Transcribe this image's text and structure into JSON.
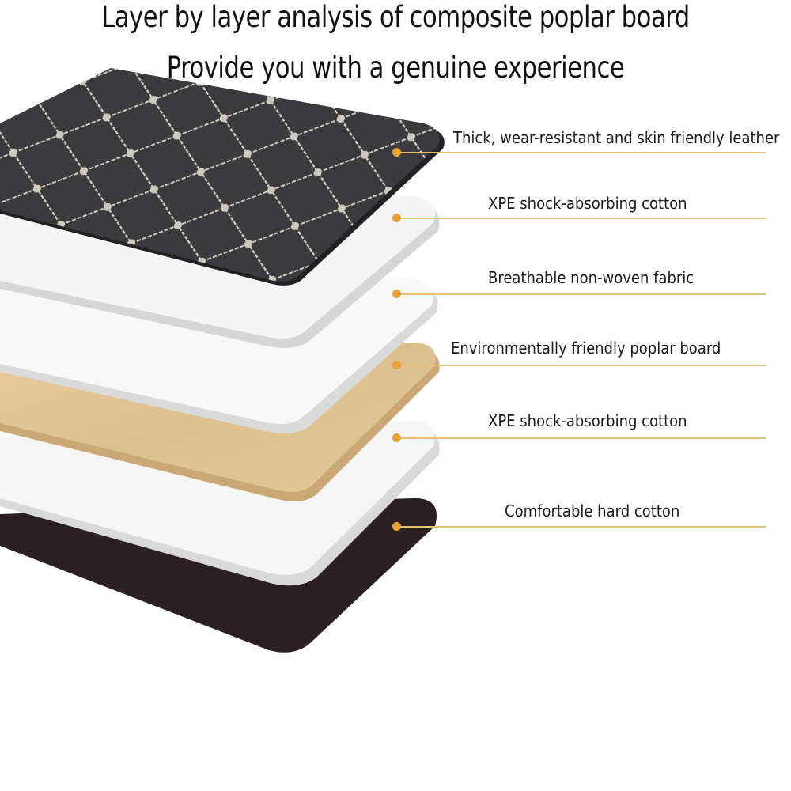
{
  "header": {
    "title": "Layer by layer analysis of composite poplar board",
    "subtitle": "Provide you with a genuine experience"
  },
  "colors": {
    "accent_dot": "#e8a23a",
    "accent_line": "#e2c07e",
    "leather": "#3a3a3c",
    "stitch": "#d8d4cc",
    "white_layer": "#f4f4f4",
    "white_edge": "#d6d6d6",
    "poplar": "#e2c595",
    "poplar_edge": "#c9a874",
    "hard_cotton": "#2a1e22"
  },
  "layers": [
    {
      "name": "leather",
      "label": "Thick, wear-resistant and skin friendly leather"
    },
    {
      "name": "xpe-top",
      "label": "XPE shock-absorbing cotton"
    },
    {
      "name": "non-woven",
      "label": "Breathable non-woven fabric"
    },
    {
      "name": "poplar-board",
      "label": "Environmentally friendly poplar board"
    },
    {
      "name": "xpe-bottom",
      "label": "XPE shock-absorbing cotton"
    },
    {
      "name": "hard-cotton",
      "label": "Comfortable hard cotton"
    }
  ]
}
